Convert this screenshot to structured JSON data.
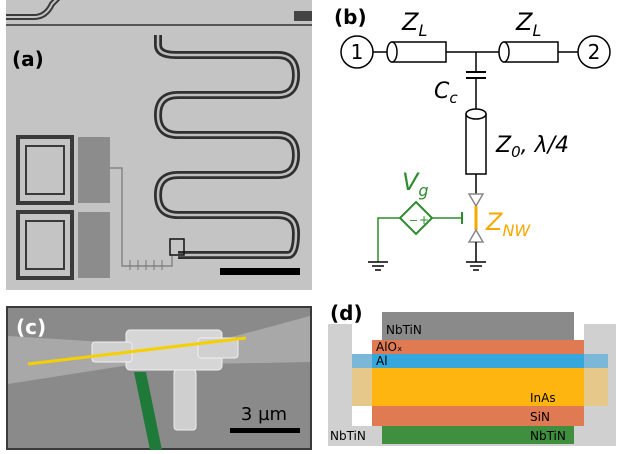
{
  "panels": {
    "a": {
      "label": "(a)"
    },
    "b": {
      "label": "(b)",
      "port1": "1",
      "port2": "2",
      "zl_left": "Z",
      "zl_left_sub": "L",
      "zl_right": "Z",
      "zl_right_sub": "L",
      "cc": "C",
      "cc_sub": "c",
      "z0": "Z",
      "z0_sub": "0",
      "z0_suffix": ", λ/4",
      "vg": "V",
      "vg_sub": "g",
      "znw": "Z",
      "znw_sub": "NW",
      "minus": "−",
      "plus": "+"
    },
    "c": {
      "label": "(c)",
      "scalebar": "3 µm"
    },
    "d": {
      "label": "(d)",
      "layers": [
        "NbTiN",
        "AlOₓ",
        "Al",
        "InAs",
        "SiN",
        "NbTiN"
      ],
      "side_label": "NbTiN"
    }
  },
  "colors": {
    "green": "#2e8b2e",
    "orange": "#f5a800",
    "nbtin": "#8a8a8a",
    "alox": "#e07a52",
    "al": "#35a7dc",
    "inas": "#ffb50f",
    "sin": "#e07a52",
    "nbtin_bottom": "#3f8f3f"
  }
}
